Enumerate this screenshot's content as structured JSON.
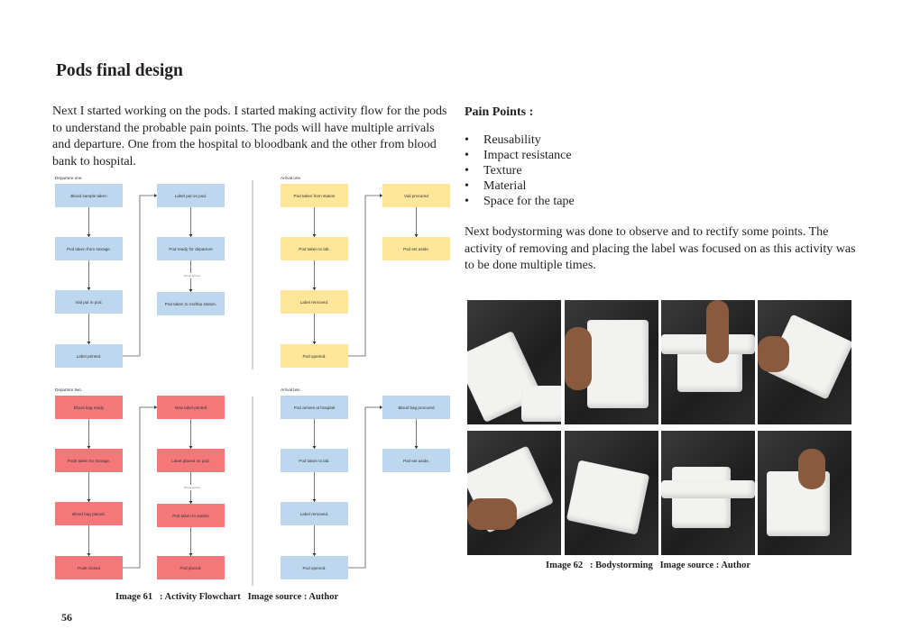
{
  "title": "Pods final design",
  "intro": "Next I started working on the pods. I started making activity flow for the pods to understand the probable pain points. The pods will have multiple arrivals and departure. One from the hospital to bloodbank and the other from blood bank to hospital.",
  "pain_points": {
    "heading": "Pain Points :",
    "items": [
      "Reusability",
      "Impact resistance",
      "Texture",
      "Material",
      "Space for the tape"
    ]
  },
  "body2": "Next bodystorming was done to observe and to rectify some points. The activity of removing and placing the label was focused on as this activity was to be done multiple times.",
  "colors": {
    "blue": "#bdd7ee",
    "yellow": "#ffe699",
    "red": "#f4777a"
  },
  "flowcharts": [
    {
      "label": "Departure one.",
      "color": "blue",
      "col1": [
        "Blood sample taken",
        "Pod taken from storage.",
        "Vial put in pod.",
        "Label printed."
      ],
      "col2": [
        "Label put on pod.",
        "Pod ready for departure",
        "Pod taken to rooftop station."
      ],
      "drone": "Drone arrives"
    },
    {
      "label": "Arrival one.",
      "color": "yellow",
      "col1": [
        "Pod taken from station",
        "Pod taken to lab.",
        "Label removed.",
        "Pod opened."
      ],
      "col2": [
        "Vial procured",
        "Pod set aside."
      ],
      "drone": ""
    },
    {
      "label": "Departure two.",
      "color": "red",
      "col1": [
        "Blood bag ready",
        "Pods taken for storage.",
        "Blood bag placed.",
        "Pods closed"
      ],
      "col2": [
        "New label printed",
        "Label placed on pod.",
        "Pod taken to station",
        "Pod placed."
      ],
      "drone": "Drone arrives"
    },
    {
      "label": "Arrival two.",
      "color": "blue",
      "col1": [
        "Pod arrives at hospital",
        "Pod taken to lab.",
        "Label removed.",
        "Pod opened."
      ],
      "col2": [
        "Blood bag procured",
        "Pod set aside."
      ],
      "drone": ""
    }
  ],
  "caption61": "Image 61   : Activity Flowchart   Image source : Author",
  "caption62": "Image 62   : Bodystorming   Image source : Author",
  "page_number": "56"
}
